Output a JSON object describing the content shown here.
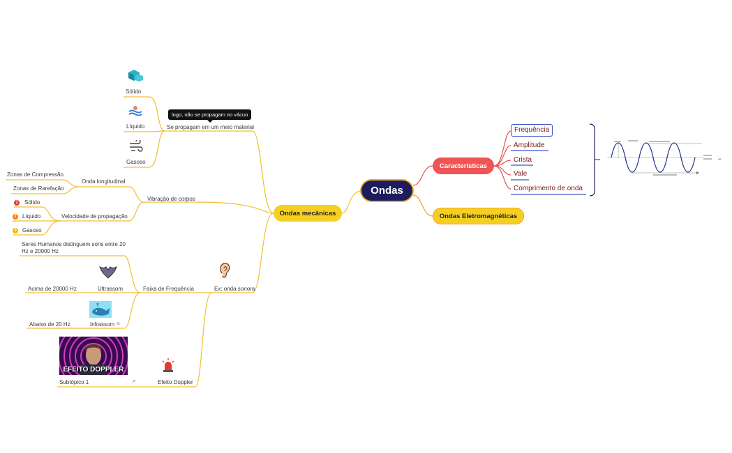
{
  "root": {
    "label": "Ondas"
  },
  "branches": {
    "mecanicas": "Ondas mecânicas",
    "caracteristicas": "Características",
    "eletromagneticas": "Ondas Eletromagnéticas"
  },
  "caracteristicas_items": [
    "Frequência",
    "Amplitude",
    "Crista",
    "Vale",
    "Comprimento de onda"
  ],
  "meio": {
    "label": "Se propagam em um meio material",
    "tooltip": "logo, não se propagam no vácuo",
    "items": [
      "Sólido",
      "Líquido",
      "Gasoso"
    ]
  },
  "vibracao": {
    "label": "Vibração de corpos",
    "longitudinal": "Onda longitudinal",
    "zonas": [
      "Zonas de Compressão",
      "Zonas de Rarefação"
    ],
    "velocidade": "Velocidade de propagação",
    "vel_items": [
      {
        "n": "1",
        "label": "Sólido",
        "color": "#e53935"
      },
      {
        "n": "2",
        "label": "Líquido",
        "color": "#f57c00"
      },
      {
        "n": "3",
        "label": "Gasoso",
        "color": "#f5b400"
      }
    ]
  },
  "sonora": {
    "label": "Ex: onda sonora",
    "faixa": "Faixa de Frequência",
    "humanos": "Seres Humanos distinguem sons entre 20 Hz e 20000 Hz",
    "ultrassom": "Ultrassom",
    "acima": "Acima de 20000 Hz",
    "infrassom": "Infrassom",
    "abaixo": "Abaixo de 20 Hz",
    "doppler": "Efeito Doppler",
    "subtopico": "Subtópico 1",
    "thumb_caption": "EFEITO DOPPLER"
  },
  "colors": {
    "yellow": "#f5d023",
    "red": "#f05454",
    "navy": "#1e1c5e",
    "line_yellow": "#f0c030",
    "line_red": "#e85050"
  },
  "icons": [
    "cubes-icon",
    "water-wave-icon",
    "wind-icon",
    "ear-icon",
    "bat-icon",
    "whale-icon",
    "siren-icon",
    "notes-icon",
    "external-link-icon"
  ]
}
